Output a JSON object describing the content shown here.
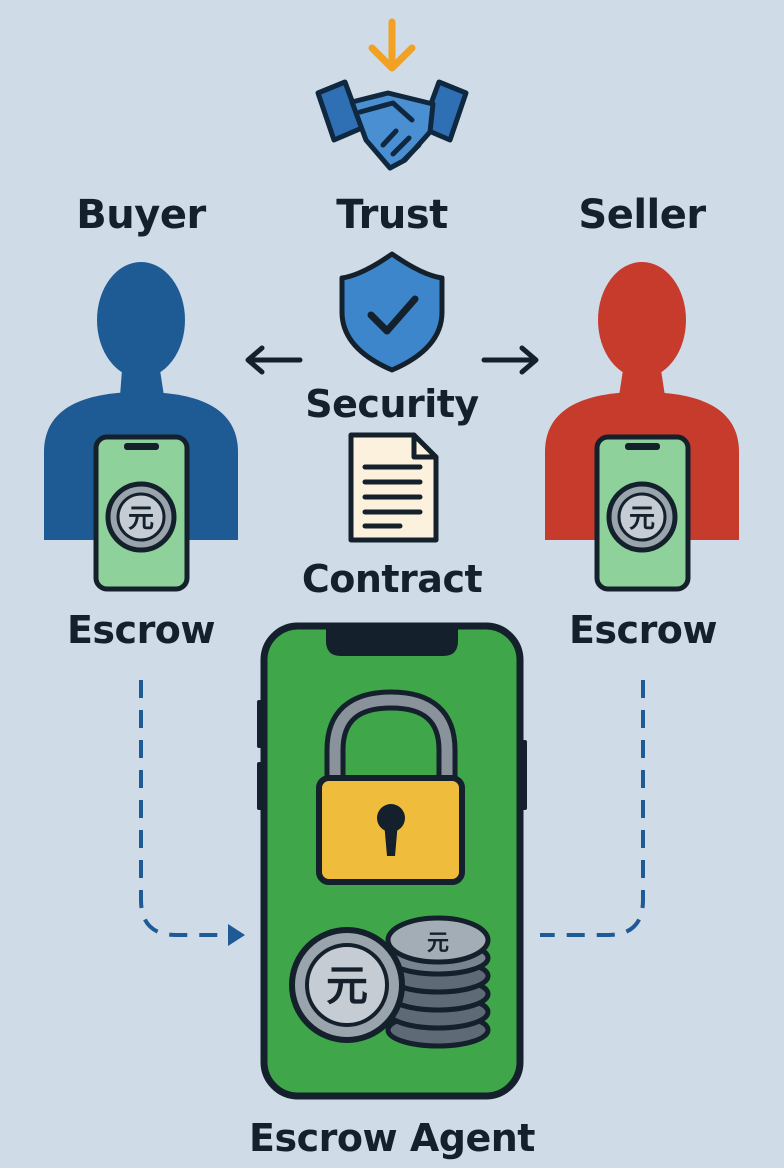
{
  "labels": {
    "buyer": "Buyer",
    "trust": "Trust",
    "seller": "Seller",
    "security": "Security",
    "contract": "Contract",
    "buyer_escrow": "Escrow",
    "seller_escrow": "Escrow",
    "escrow_agent": "Escrow Agent"
  },
  "coin_glyph": "元",
  "icons": [
    "down-arrow-icon",
    "handshake-icon",
    "shield-check-icon",
    "document-icon",
    "padlock-icon",
    "coin-stack-icon"
  ],
  "colors": {
    "background": "#cfdbe7",
    "buyer": "#1e5b95",
    "seller": "#c63b2b",
    "phone_screen_small": "#8fd19a",
    "agent_phone_screen": "#3fa64a",
    "lock_body": "#f0bc3c",
    "shield": "#3d86cc",
    "arrow_accent": "#f2a122",
    "dashed_flow": "#1d5a96"
  }
}
